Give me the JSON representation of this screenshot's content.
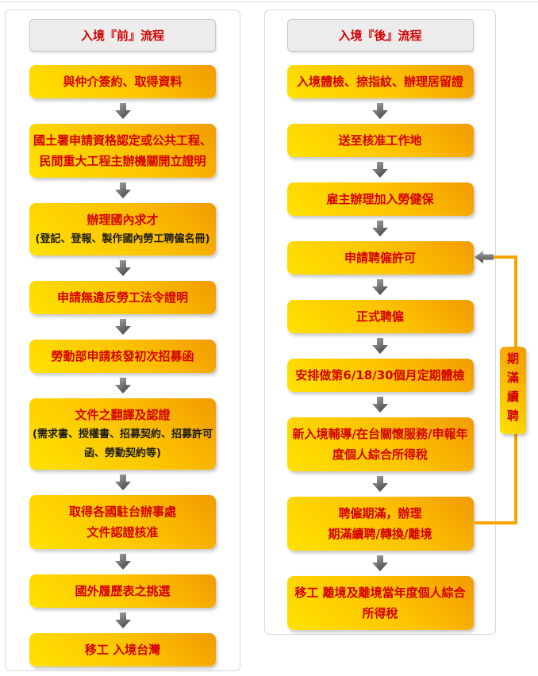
{
  "colors": {
    "box_gradient_start": "#ffe200",
    "box_gradient_end": "#f29b00",
    "step_text_red": "#d40000",
    "sub_text_dark": "#1c1c1c",
    "loop_orange": "#f7a300",
    "arrow_gray": "#6e6e6e",
    "header_bg": "#ececec"
  },
  "left_panel": {
    "header": "入境『前』流程",
    "steps": [
      {
        "label": "與仲介簽約、取得資料"
      },
      {
        "label": "國土署申請資格認定或公共工程、\n民間重大工程主辦機關開立證明"
      },
      {
        "label": "辦理國內求才",
        "sublabel": "(登記、登報、製作國內勞工聘僱名冊)"
      },
      {
        "label": "申請無違反勞工法令證明"
      },
      {
        "label": "勞動部申請核發初次招募函"
      },
      {
        "label": "文件之翻譯及認證",
        "sublabel": "(需求書、授權書、招募契約、招募許可\n函、勞動契約等)"
      },
      {
        "label": "取得各國駐台辦事處\n文件認證核准"
      },
      {
        "label": "國外履歷表之挑選"
      },
      {
        "label": "移工 入境台灣"
      }
    ]
  },
  "right_panel": {
    "header": "入境『後』流程",
    "steps": [
      {
        "label": "入境體檢、捺指紋、辦理居留證"
      },
      {
        "label": "送至核准工作地"
      },
      {
        "label": "雇主辦理加入勞健保"
      },
      {
        "label": "申請聘僱許可"
      },
      {
        "label": "正式聘僱"
      },
      {
        "label": "安排做第6/18/30個月定期體檢"
      },
      {
        "label": "新入境輔導/在台關懷服務/申報年\n度個人綜合所得稅"
      },
      {
        "label": "聘僱期滿，辦理\n期滿續聘/轉換/離境"
      },
      {
        "label": "移工 離境及離境當年度個人綜合\n所得稅"
      }
    ]
  },
  "loop": {
    "label": "期滿續聘"
  }
}
